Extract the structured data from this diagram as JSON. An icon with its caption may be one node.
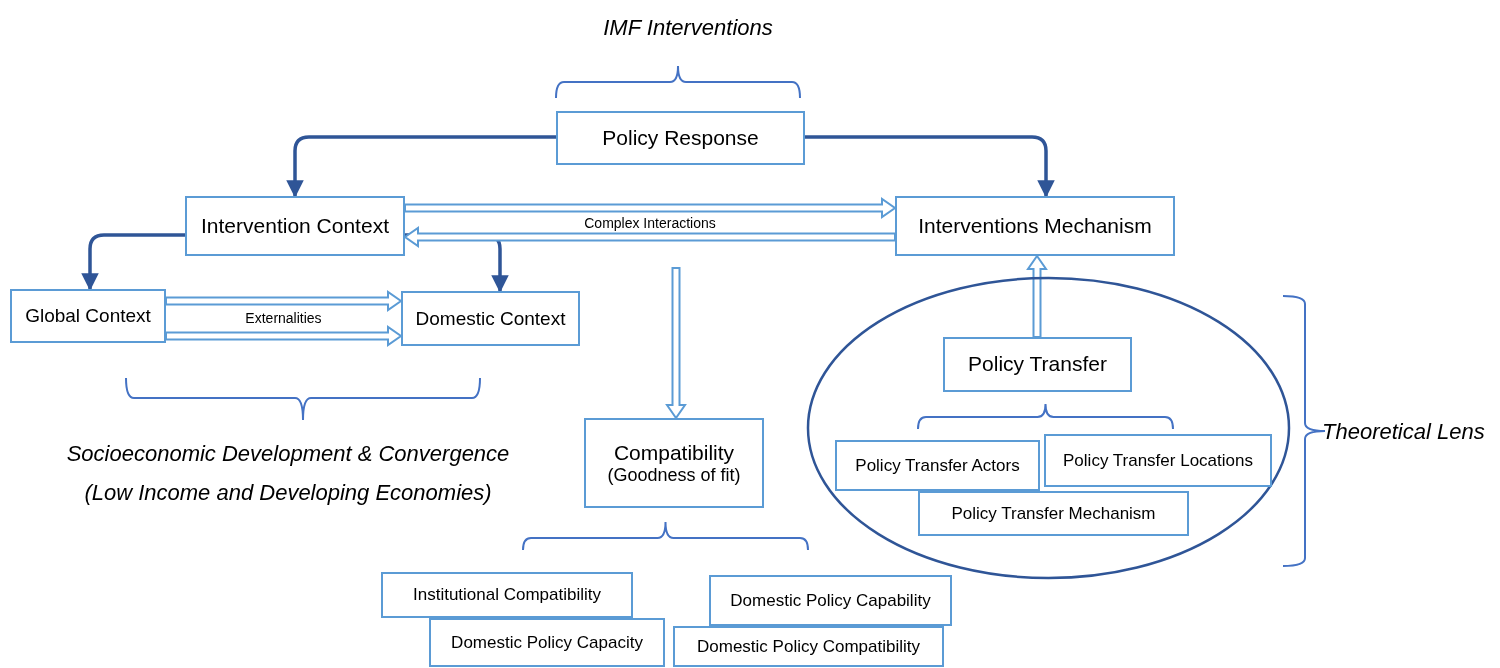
{
  "diagram": {
    "nodes": [
      {
        "text": [
          "Policy Response"
        ]
      },
      {
        "text": [
          "Intervention Context"
        ]
      },
      {
        "text": [
          "Interventions Mechanism"
        ]
      },
      {
        "text": [
          "Global Context"
        ]
      },
      {
        "text": [
          "Domestic Context"
        ]
      },
      {
        "text": [
          "Compatibility",
          "(Goodness of fit)"
        ]
      },
      {
        "text": [],
        "shape": "ellipse"
      },
      {
        "text": [
          "Policy Transfer"
        ],
        "in": 6
      },
      {
        "text": [
          "Policy Transfer Actors"
        ],
        "in": 6
      },
      {
        "text": [
          "Policy Transfer Locations"
        ],
        "in": 6
      },
      {
        "text": [
          "Policy Transfer Mechanism"
        ],
        "in": 6
      },
      {
        "text": [
          "Institutional Compatibility"
        ]
      },
      {
        "text": [
          "Domestic Policy Capacity"
        ]
      },
      {
        "text": [
          "Domestic Policy Capability"
        ]
      },
      {
        "text": [
          "Domestic Policy Compatibility"
        ]
      }
    ],
    "edges": [
      {
        "from": 0,
        "to": 1,
        "arrow": "to",
        "color": "#2f5597"
      },
      {
        "from": 0,
        "to": 2,
        "arrow": "to",
        "color": "#2f5597"
      },
      {
        "from": 1,
        "to": 3,
        "arrow": "to",
        "color": "#2f5597"
      },
      {
        "from": 1,
        "to": 4,
        "arrow": "to",
        "color": "#2f5597"
      },
      {
        "from": 3,
        "to": 4,
        "arrow": "to",
        "style": "thick",
        "label": "Externalities"
      },
      {
        "from": 3,
        "to": 4,
        "arrow": "to",
        "style": "thick"
      },
      {
        "from": 1,
        "to": 2,
        "arrow": "to",
        "style": "thick",
        "label": "Complex Interactions"
      },
      {
        "from": 2,
        "to": 1,
        "arrow": "to",
        "style": "thick"
      },
      {
        "from": null,
        "to": 5,
        "arrow": "to",
        "style": "thick"
      },
      {
        "from": 7,
        "to": 2,
        "arrow": "to",
        "style": "thick"
      }
    ],
    "labels": [
      "IMF Interventions",
      "Socioeconomic Development & Convergence",
      "(Low Income and Developing Economies)",
      "Theoretical Lens"
    ]
  }
}
